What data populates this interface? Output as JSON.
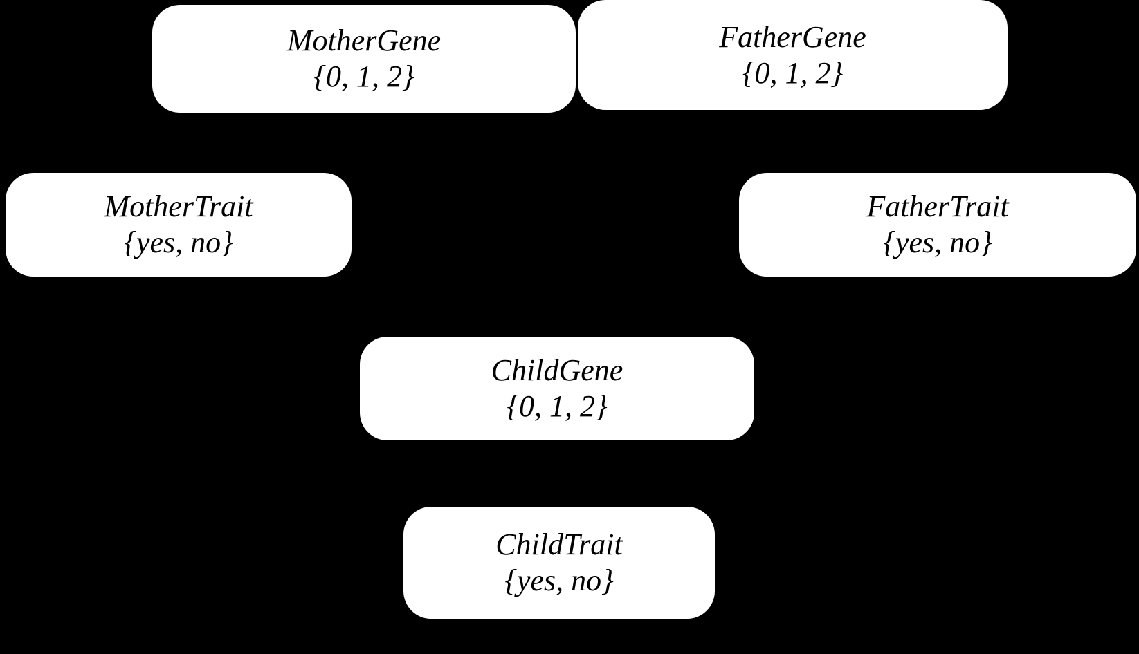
{
  "diagram": {
    "type": "bayesian-network",
    "title": "",
    "background_color": "#000000",
    "node_fill_color": "#ffffff",
    "node_text_color": "#000000",
    "edges_visible": false,
    "nodes": [
      {
        "id": "mother-gene",
        "name": "MotherGene",
        "domain": "{0, 1, 2}",
        "row": 1,
        "column": "left"
      },
      {
        "id": "father-gene",
        "name": "FatherGene",
        "domain": "{0, 1, 2}",
        "row": 1,
        "column": "right"
      },
      {
        "id": "mother-trait",
        "name": "MotherTrait",
        "domain": "{yes, no}",
        "row": 2,
        "column": "left"
      },
      {
        "id": "father-trait",
        "name": "FatherTrait",
        "domain": "{yes, no}",
        "row": 2,
        "column": "right"
      },
      {
        "id": "child-gene",
        "name": "ChildGene",
        "domain": "{0, 1, 2}",
        "row": 3,
        "column": "center"
      },
      {
        "id": "child-trait",
        "name": "ChildTrait",
        "domain": "{yes, no}",
        "row": 4,
        "column": "center"
      }
    ]
  }
}
